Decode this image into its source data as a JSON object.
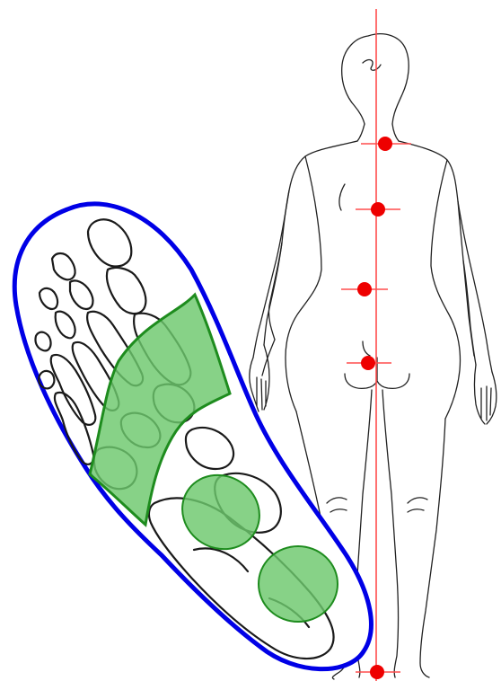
{
  "figure": {
    "subject_icons": [
      "foot-skeleton-icon",
      "human-body-back-icon"
    ],
    "colors": {
      "insole_outline": "#0000e6",
      "support_zone_fill": "#6cc86c",
      "support_zone_stroke": "#1e8c1e",
      "plumb_line": "#ff4d4d",
      "alignment_point": "#ee0000",
      "line_art": "#222222"
    },
    "alignment_points": [
      {
        "name": "neck-point"
      },
      {
        "name": "upper-back-point"
      },
      {
        "name": "lower-back-point"
      },
      {
        "name": "sacrum-point"
      },
      {
        "name": "ground-point"
      }
    ],
    "support_zones": [
      {
        "name": "arch-support-zone"
      },
      {
        "name": "forefoot-pad-zone"
      },
      {
        "name": "heel-pad-zone"
      }
    ]
  }
}
